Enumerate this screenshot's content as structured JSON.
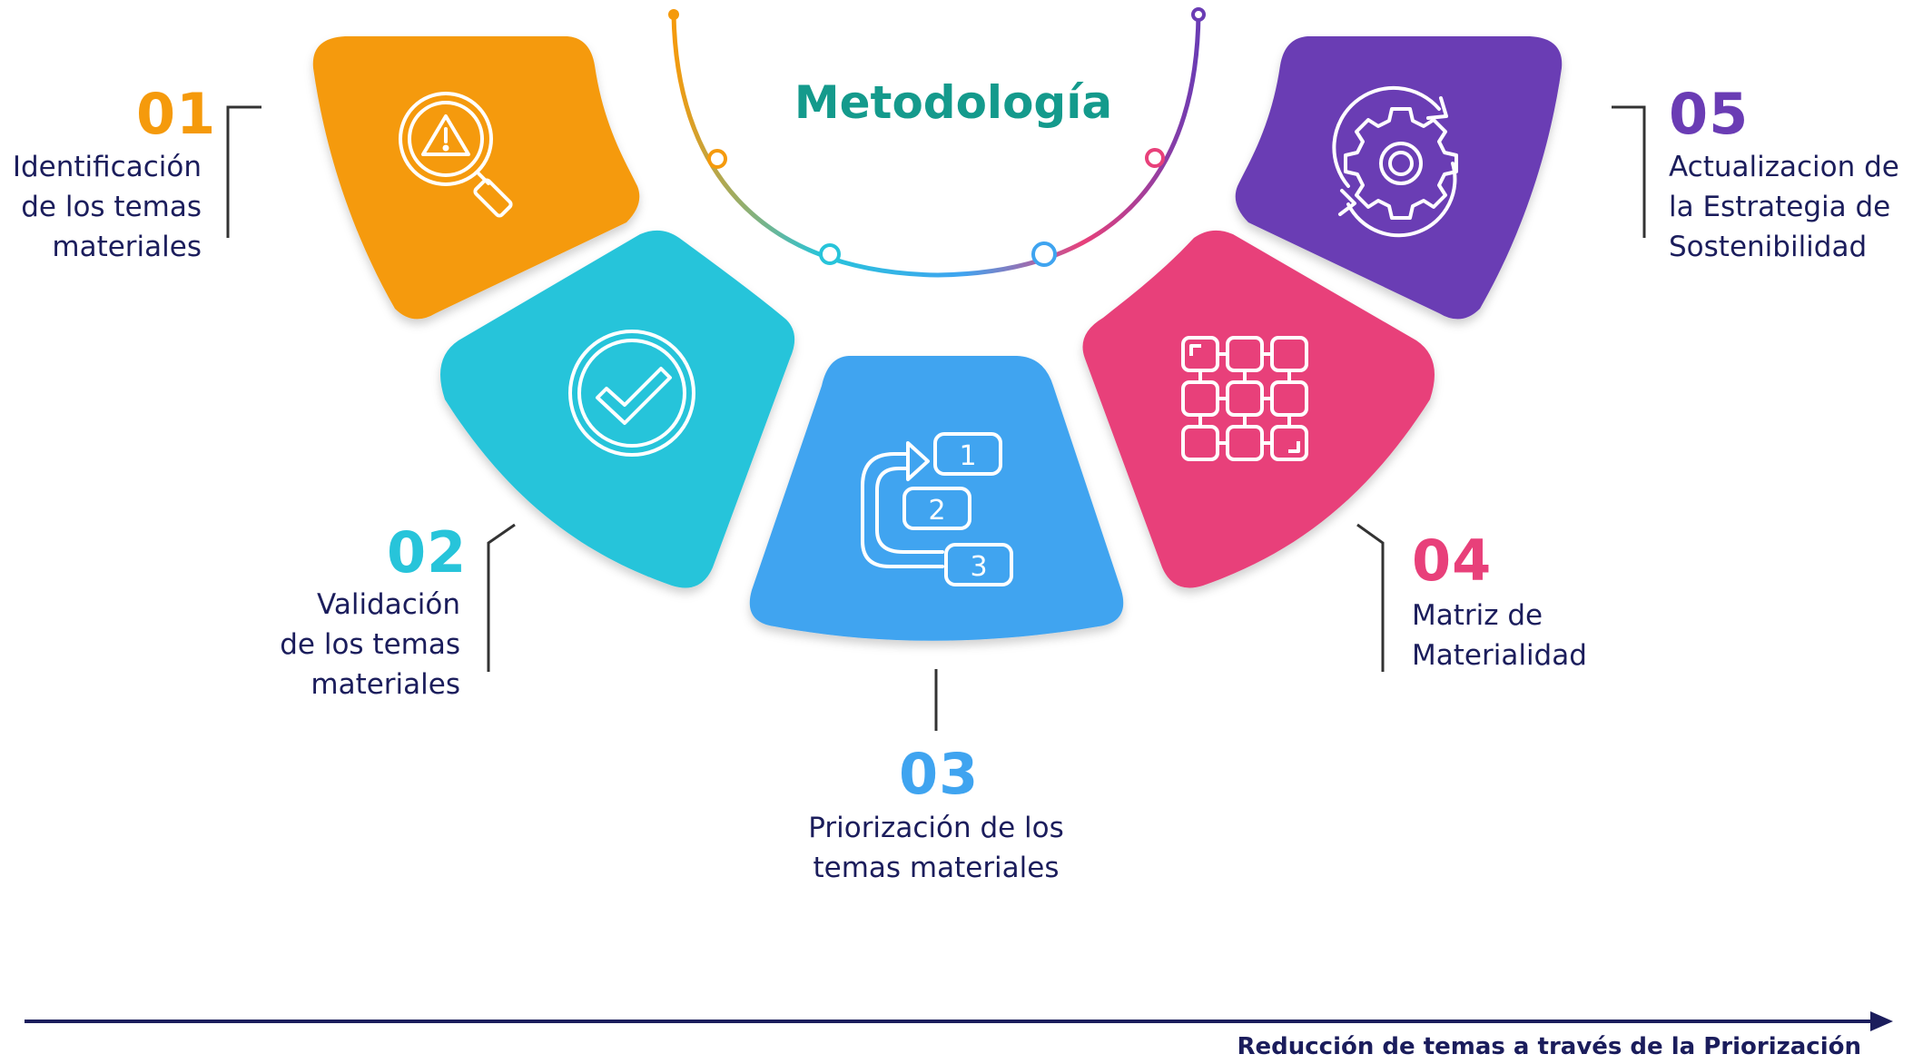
{
  "title": "Metodología",
  "colors": {
    "step1": "#f59a0c",
    "step2": "#27c4da",
    "step3": "#3fa4f0",
    "step4": "#e8407a",
    "step5": "#6a3cb4",
    "title": "#149a8c",
    "text": "#1b1d5c"
  },
  "steps": [
    {
      "number": "01",
      "lines": [
        "Identificación",
        "de los temas",
        "materiales"
      ],
      "icon": "magnifier-warning-icon"
    },
    {
      "number": "02",
      "lines": [
        "Validación",
        "de los temas",
        "materiales"
      ],
      "icon": "check-circle-icon"
    },
    {
      "number": "03",
      "lines": [
        "Priorización de los",
        "temas materiales"
      ],
      "icon": "numbered-list-icon",
      "icon_labels": [
        "1",
        "2",
        "3"
      ]
    },
    {
      "number": "04",
      "lines": [
        "Matriz de",
        "Materialidad"
      ],
      "icon": "matrix-grid-icon"
    },
    {
      "number": "05",
      "lines": [
        "Actualizacion de",
        "la Estrategia de",
        "Sostenibilidad"
      ],
      "icon": "gear-refresh-icon"
    }
  ],
  "axis_caption": "Reducción de temas a través de la Priorización"
}
